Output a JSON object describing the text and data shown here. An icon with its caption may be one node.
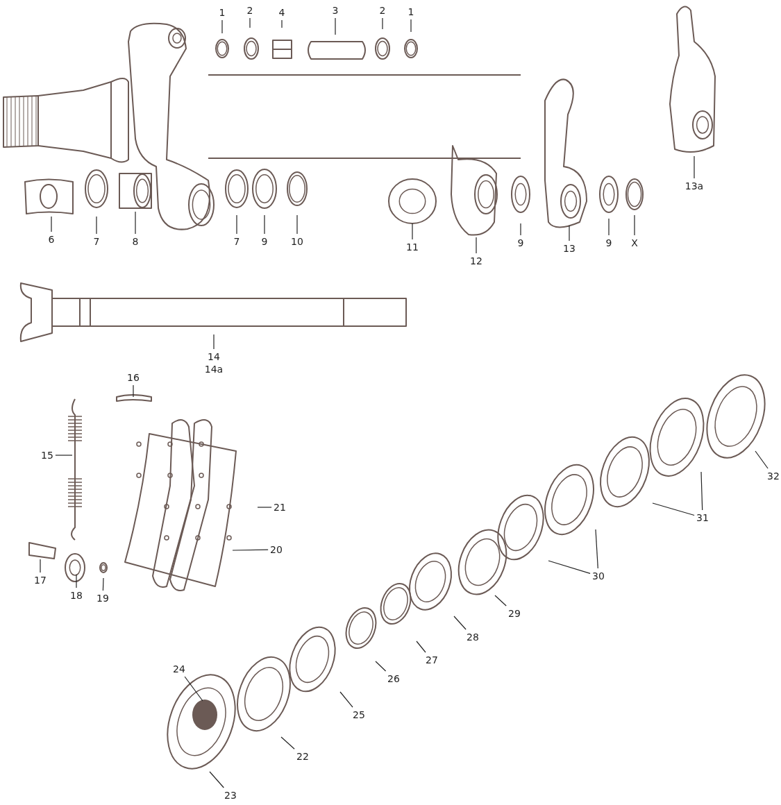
{
  "diagram": {
    "nodes": [
      {
        "text": [
          "1"
        ]
      },
      {
        "text": [
          "2"
        ]
      },
      {
        "text": [
          "4"
        ]
      },
      {
        "text": [
          "3"
        ]
      },
      {
        "text": [
          "2"
        ]
      },
      {
        "text": [
          "1"
        ]
      },
      {
        "text": [
          "13a"
        ]
      },
      {
        "text": [
          "6"
        ]
      },
      {
        "text": [
          "7"
        ]
      },
      {
        "text": [
          "8"
        ]
      },
      {
        "text": [
          "7"
        ]
      },
      {
        "text": [
          "9"
        ]
      },
      {
        "text": [
          "10"
        ]
      },
      {
        "text": [
          "11"
        ]
      },
      {
        "text": [
          "12"
        ]
      },
      {
        "text": [
          "9"
        ]
      },
      {
        "text": [
          "13"
        ]
      },
      {
        "text": [
          "9"
        ]
      },
      {
        "text": [
          "X"
        ]
      },
      {
        "text": [
          "14",
          "14a"
        ]
      },
      {
        "text": [
          "16"
        ]
      },
      {
        "text": [
          "15"
        ]
      },
      {
        "text": [
          "21"
        ]
      },
      {
        "text": [
          "20"
        ]
      },
      {
        "text": [
          "17"
        ]
      },
      {
        "text": [
          "18"
        ]
      },
      {
        "text": [
          "19"
        ]
      },
      {
        "text": [
          "32"
        ]
      },
      {
        "text": [
          "31"
        ]
      },
      {
        "text": [
          "30"
        ]
      },
      {
        "text": [
          "29"
        ]
      },
      {
        "text": [
          "28"
        ]
      },
      {
        "text": [
          "27"
        ]
      },
      {
        "text": [
          "26"
        ]
      },
      {
        "text": [
          "25"
        ]
      },
      {
        "text": [
          "24"
        ]
      },
      {
        "text": [
          "22"
        ]
      },
      {
        "text": [
          "23"
        ]
      }
    ],
    "edges": [
      {
        "from": 0,
        "to": null,
        "arrow": "none"
      },
      {
        "from": 1,
        "to": null,
        "arrow": "none"
      },
      {
        "from": 2,
        "to": null,
        "arrow": "none"
      },
      {
        "from": 3,
        "to": null,
        "arrow": "none"
      },
      {
        "from": 4,
        "to": null,
        "arrow": "none"
      },
      {
        "from": 5,
        "to": null,
        "arrow": "none"
      },
      {
        "from": 6,
        "to": null,
        "arrow": "none"
      },
      {
        "from": 7,
        "to": null,
        "arrow": "none"
      },
      {
        "from": 8,
        "to": null,
        "arrow": "none"
      },
      {
        "from": 9,
        "to": null,
        "arrow": "none"
      },
      {
        "from": 10,
        "to": null,
        "arrow": "none"
      },
      {
        "from": 11,
        "to": null,
        "arrow": "none"
      },
      {
        "from": 12,
        "to": null,
        "arrow": "none"
      },
      {
        "from": 13,
        "to": null,
        "arrow": "none"
      },
      {
        "from": 14,
        "to": null,
        "arrow": "none"
      },
      {
        "from": 15,
        "to": null,
        "arrow": "none"
      },
      {
        "from": 16,
        "to": null,
        "arrow": "none"
      },
      {
        "from": 17,
        "to": null,
        "arrow": "none"
      },
      {
        "from": 18,
        "to": null,
        "arrow": "none"
      },
      {
        "from": 19,
        "to": null,
        "arrow": "none"
      },
      {
        "from": 20,
        "to": null,
        "arrow": "none"
      },
      {
        "from": 21,
        "to": null,
        "arrow": "none"
      },
      {
        "from": 22,
        "to": null,
        "arrow": "none"
      },
      {
        "from": 23,
        "to": null,
        "arrow": "none"
      },
      {
        "from": 24,
        "to": null,
        "arrow": "none"
      },
      {
        "from": 25,
        "to": null,
        "arrow": "none"
      },
      {
        "from": 26,
        "to": null,
        "arrow": "none"
      },
      {
        "from": 27,
        "to": null,
        "arrow": "none"
      },
      {
        "from": 28,
        "to": null,
        "arrow": "none"
      },
      {
        "from": 29,
        "to": null,
        "arrow": "none"
      },
      {
        "from": 30,
        "to": null,
        "arrow": "none"
      },
      {
        "from": 31,
        "to": null,
        "arrow": "none"
      },
      {
        "from": 32,
        "to": null,
        "arrow": "none"
      },
      {
        "from": 33,
        "to": null,
        "arrow": "none"
      },
      {
        "from": 34,
        "to": null,
        "arrow": "none"
      },
      {
        "from": 35,
        "to": null,
        "arrow": "none"
      },
      {
        "from": 36,
        "to": null,
        "arrow": "none"
      },
      {
        "from": 37,
        "to": null,
        "arrow": "none"
      },
      {
        "from": 28,
        "to": null,
        "arrow": "none"
      },
      {
        "from": 29,
        "to": null,
        "arrow": "none"
      }
    ]
  }
}
